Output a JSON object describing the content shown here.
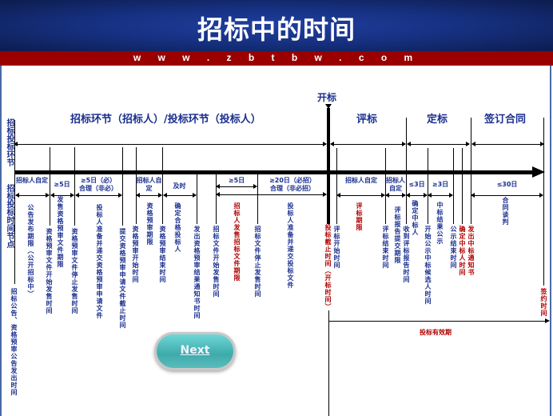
{
  "header": {
    "title": "招标中的时间",
    "url": "w w w . z b t b w . c o m"
  },
  "sections": {
    "tender_bid": "招标环节（招标人）/投标环节（投标人）",
    "opening": "开标",
    "evaluation": "评标",
    "award": "定标",
    "contract": "签订合同"
  },
  "side": {
    "stages": "招标投标环节",
    "milestones": "招标投标时间节点"
  },
  "segments": [
    "招标人自定",
    "≥5日",
    "≥5日（必）\n合理（非必）",
    "招标人自定",
    "及时",
    "≥5日",
    "≥20日（必招）\n合理（非必招）",
    "招标人自定",
    "招标人自定",
    "≤3日",
    "≥3日",
    "≤30日"
  ],
  "labels": [
    "招标公告、资格预审公告发出时间",
    "公告发布期限（公开招标中）",
    "资格预审文件开始发售时间",
    "发售资格预审文件期限",
    "资格预审文件停止发售时间",
    "投标人准备并递交资格预审申请文件",
    "提交资格预审申请文件截止时间",
    "资格预审开始时间",
    "资格预审期限",
    "资格预审结束时间",
    "确定合格投标人",
    "发出资格预审结果通知书时间",
    "招标文件开始发售时间",
    "招标人发售招标文件期限",
    "招标文件停止发售时间",
    "投标人准备并递交投标文件",
    "投标截止时间（开标时间）",
    "评标开始时间",
    "评标期限",
    "评标结束时间",
    "评标报告提交期限",
    "收到评标报告时间",
    "确定中标人",
    "开始公示中标候选人时间",
    "中标结果公示",
    "公示结束时间",
    "确定中标人时间",
    "发出中标通知书",
    "合同谈判",
    "签约时间"
  ],
  "validity": "投标有效期",
  "next_button": "Next",
  "colors": {
    "blue": "#1a2f8f",
    "red": "#b00000",
    "header": "#16307f",
    "band": "#9a0000"
  }
}
